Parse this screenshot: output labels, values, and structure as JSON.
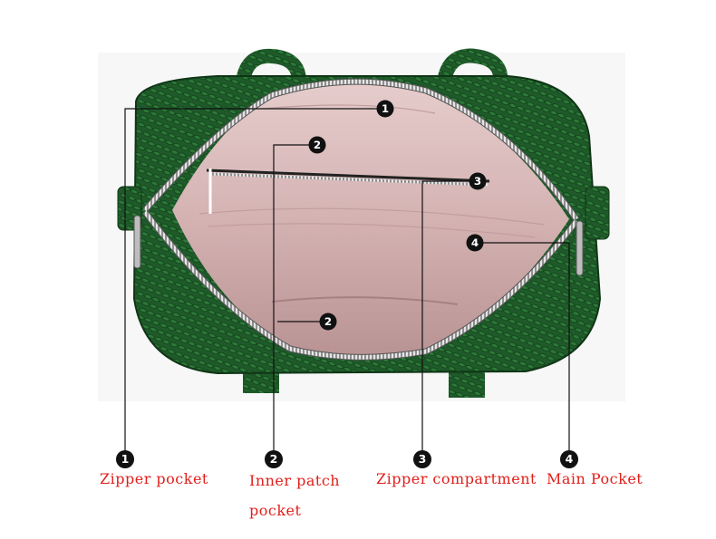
{
  "photo_markers": [
    {
      "number": "1",
      "part": "zipper-pocket"
    },
    {
      "number": "2",
      "part": "inner-patch-pocket-upper"
    },
    {
      "number": "2",
      "part": "inner-patch-pocket-lower"
    },
    {
      "number": "3",
      "part": "zipper-compartment"
    },
    {
      "number": "4",
      "part": "main-pocket"
    }
  ],
  "legend": [
    {
      "number": "1",
      "label": "Zipper pocket"
    },
    {
      "number": "2",
      "label": "Inner patch pocket"
    },
    {
      "number": "3",
      "label": "Zipper compartment"
    },
    {
      "number": "4",
      "label": "Main Pocket"
    }
  ],
  "colors": {
    "leather": "#1f5a2a",
    "leather_dark": "#0f3516",
    "lining": "#d4b2b2",
    "lining_dark": "#b99394",
    "zipper": "#c8c8c8",
    "marker": "#111111",
    "label_text": "#e0201c"
  }
}
